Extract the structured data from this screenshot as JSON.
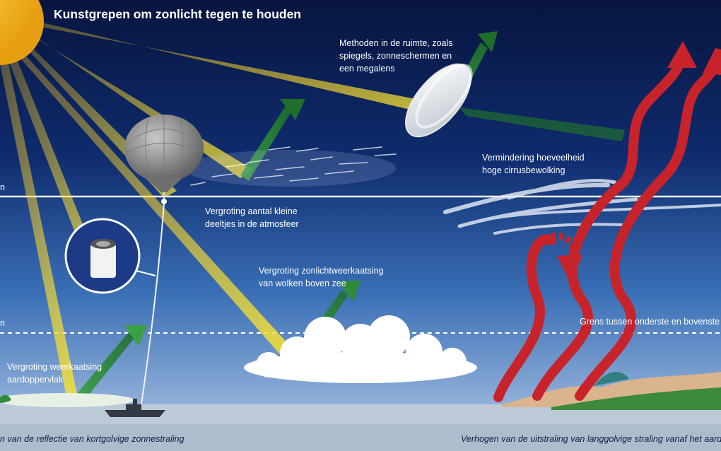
{
  "title": "Kunstgrepen om zonlicht tegen te houden",
  "labels": {
    "space_methods": "Methoden in de ruimte, zoals\nspiegels, zonneschermen en\neen megalens",
    "cirrus": "Vermindering hoeveelheid\nhoge cirrusbewolking",
    "particles": "Vergroting aantal kleine\ndeeltjes in de atmosfeer",
    "clouds": "Vergroting zonlichtweerkaatsing\nvan wolken boven zee",
    "surface": "Vergroting weerkaatsing\naardoppervlak",
    "boundary": "Grens tussen onderste en bovenste a",
    "left_upper": "n",
    "left_lower": "n"
  },
  "footer": {
    "left": "n van de reflectie van kortgolvige zonnestraling",
    "right": "Verhogen van de uitstraling van langgolvige straling vanaf het aardo"
  },
  "colors": {
    "sky_top": "#0a1a48",
    "sky_bottom": "#a9c2e6",
    "sun": "#f3b81f",
    "beam": "#f6d92b",
    "reflect": "#2f8a3a",
    "longwave": "#d0202a",
    "sea": "#b9c8d8"
  },
  "icons": [
    "sun-icon",
    "balloon-icon",
    "mirror-icon",
    "canister-icon",
    "ship-icon",
    "cloud-icon",
    "cirrus-icon",
    "land-icon"
  ]
}
